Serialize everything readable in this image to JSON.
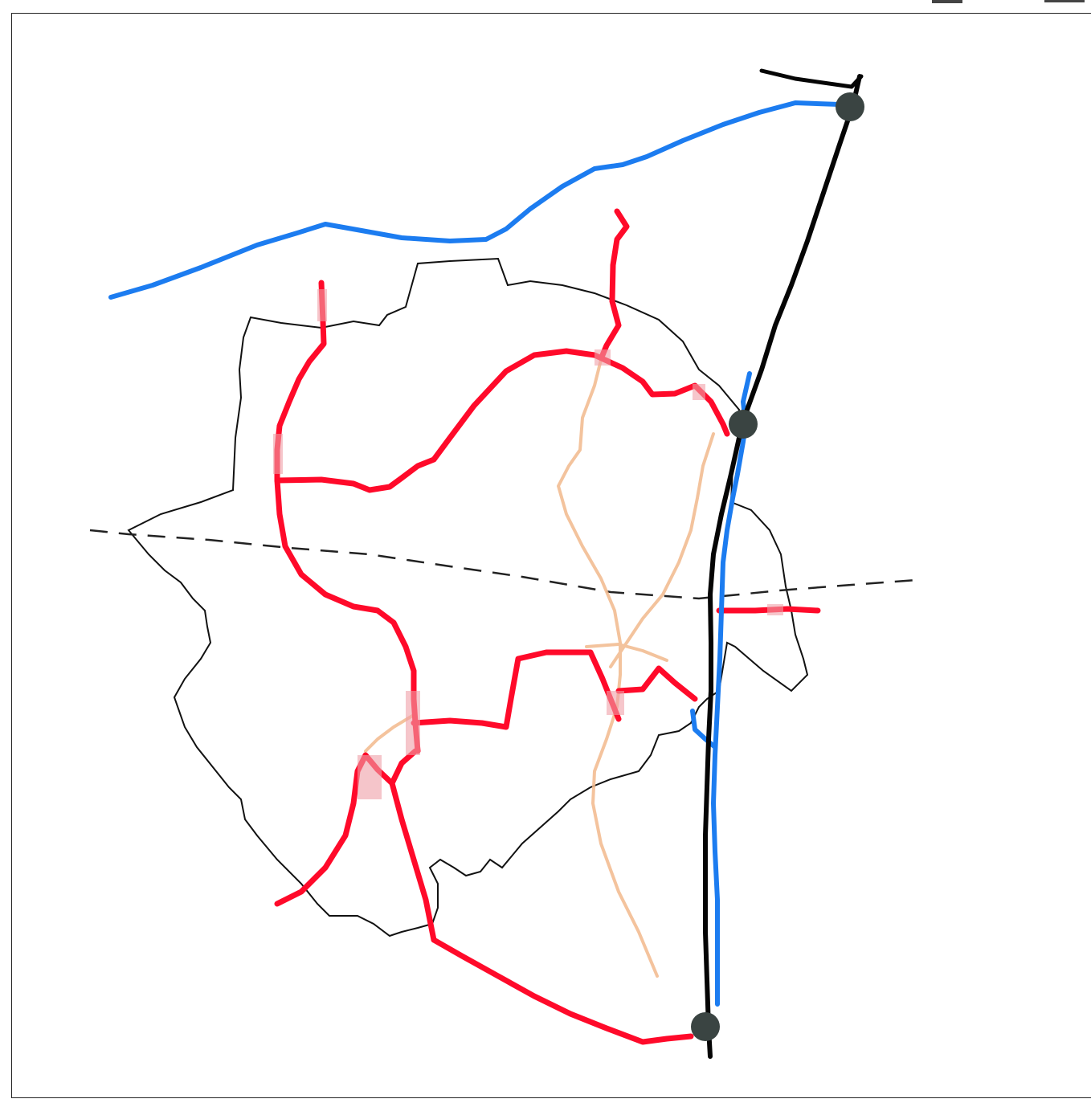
{
  "map": {
    "colors": {
      "background": "#ffffff",
      "boundary": "#111111",
      "divider": "#222222",
      "major_road": "#ff0a2a",
      "minor_road": "#f2b98c",
      "waterway": "#1c7cf0",
      "railway": "#050505",
      "node": "#3a4442"
    },
    "features": [
      {
        "name": "district-boundary",
        "kind": "boundary"
      },
      {
        "name": "dashed-divider-line",
        "kind": "divider"
      },
      {
        "name": "blue-route-north",
        "kind": "waterway"
      },
      {
        "name": "blue-route-east",
        "kind": "waterway"
      },
      {
        "name": "black-rail-line",
        "kind": "railway"
      },
      {
        "name": "red-road-network",
        "kind": "major_road"
      },
      {
        "name": "orange-minor-tracks",
        "kind": "minor_road"
      },
      {
        "name": "junction-nodes",
        "kind": "node",
        "count": 3
      }
    ]
  }
}
